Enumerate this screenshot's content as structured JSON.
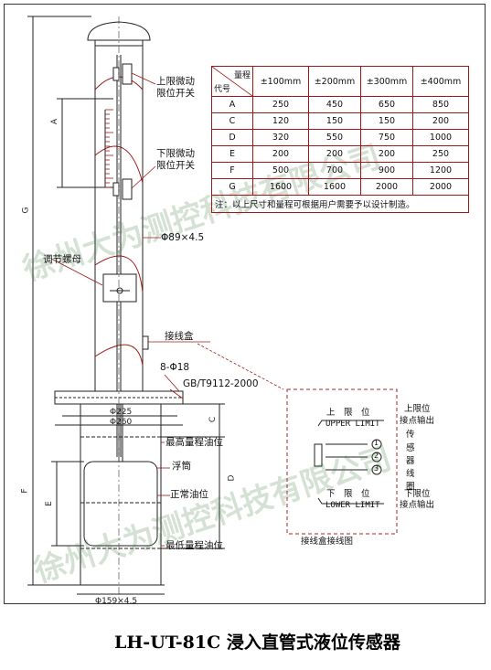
{
  "title": "LH-UT-81C 浸入直管式液位传感器",
  "watermark": "徐州大为测控科技有限公司",
  "labels": {
    "upper_switch_line1": "上限微动",
    "upper_switch_line2": "限位开关",
    "lower_switch_line1": "下限微动",
    "lower_switch_line2": "限位开关",
    "pipe_dia": "Φ89×4.5",
    "adjust_nut": "调节螺母",
    "junction_box": "接线盒",
    "bolts": "8-Φ18",
    "standard": "GB/T9112-2000",
    "d225": "Φ225",
    "d260": "Φ260",
    "max_level": "最高量程油位",
    "float": "浮筒",
    "normal_level": "正常油位",
    "min_level": "最低量程油位",
    "d159": "Φ159×4.5",
    "dim_A": "A",
    "dim_C": "C",
    "dim_D": "D",
    "dim_E": "E",
    "dim_F": "F",
    "dim_G": "G"
  },
  "wiring": {
    "upper_cn": "上　限　位",
    "upper_en": "UPPER LIMIT",
    "lower_cn": "下　限　位",
    "lower_en": "LOWER LIMIT",
    "t1": "1",
    "t2": "2",
    "t3": "3",
    "upper_out_1": "上限位",
    "upper_out_2": "接点输出",
    "sensor_lines": [
      "传",
      "感",
      "器",
      "线",
      "圈"
    ],
    "lower_out_1": "下限位",
    "lower_out_2": "接点输出",
    "caption": "接线盒接线图"
  },
  "table": {
    "header_range": "量程",
    "header_code": "代号",
    "columns": [
      "±100mm",
      "±200mm",
      "±300mm",
      "±400mm"
    ],
    "rows": [
      {
        "code": "A",
        "values": [
          "250",
          "450",
          "650",
          "850"
        ]
      },
      {
        "code": "C",
        "values": [
          "120",
          "150",
          "150",
          "200"
        ]
      },
      {
        "code": "D",
        "values": [
          "320",
          "550",
          "750",
          "1000"
        ]
      },
      {
        "code": "E",
        "values": [
          "200",
          "200",
          "200",
          "250"
        ]
      },
      {
        "code": "F",
        "values": [
          "500",
          "700",
          "900",
          "1200"
        ]
      },
      {
        "code": "G",
        "values": [
          "1600",
          "1600",
          "2000",
          "2000"
        ]
      }
    ],
    "note": "注：以上尺寸和量程可根据用户需要予以设计制造。"
  },
  "colors": {
    "leader": "#a01818",
    "line": "#222222",
    "dashed_box": "#b02020",
    "watermark": "#3c783c"
  }
}
